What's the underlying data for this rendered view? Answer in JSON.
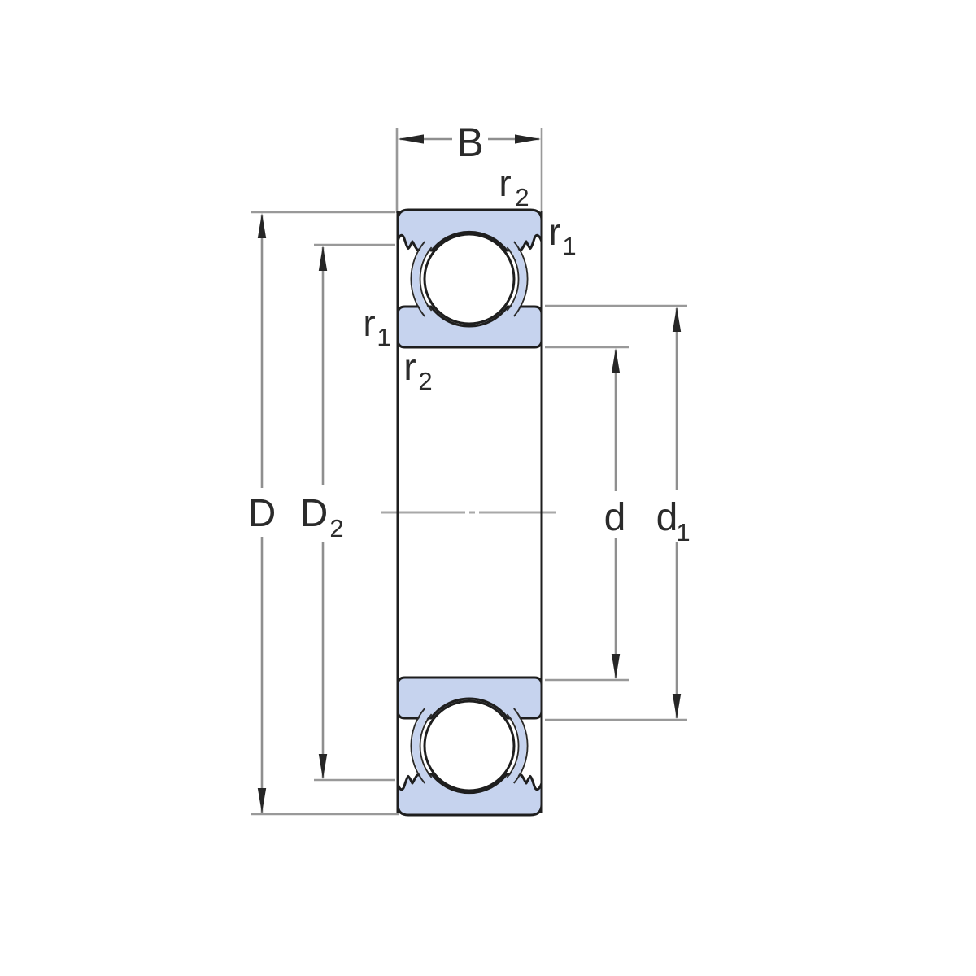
{
  "palette": {
    "background": "#ffffff",
    "ring_fill": "#c6d3ee",
    "outline": "#1e1e1e",
    "dimension_line": "#8f8f8f",
    "witness_line": "#999999",
    "centerline": "#a8a8a8",
    "arrowhead": "#262626",
    "label_text": "#2b2b2b"
  },
  "labels": {
    "width": "B",
    "outer_diameter": "D",
    "recess_diameter_base": "D",
    "recess_diameter_sub": "2",
    "bore_diameter": "d",
    "shoulder_diameter_base": "d",
    "shoulder_diameter_sub": "1",
    "chamfer_r1_base": "r",
    "chamfer_r1_sub": "1",
    "chamfer_r2_base": "r",
    "chamfer_r2_sub": "2"
  }
}
